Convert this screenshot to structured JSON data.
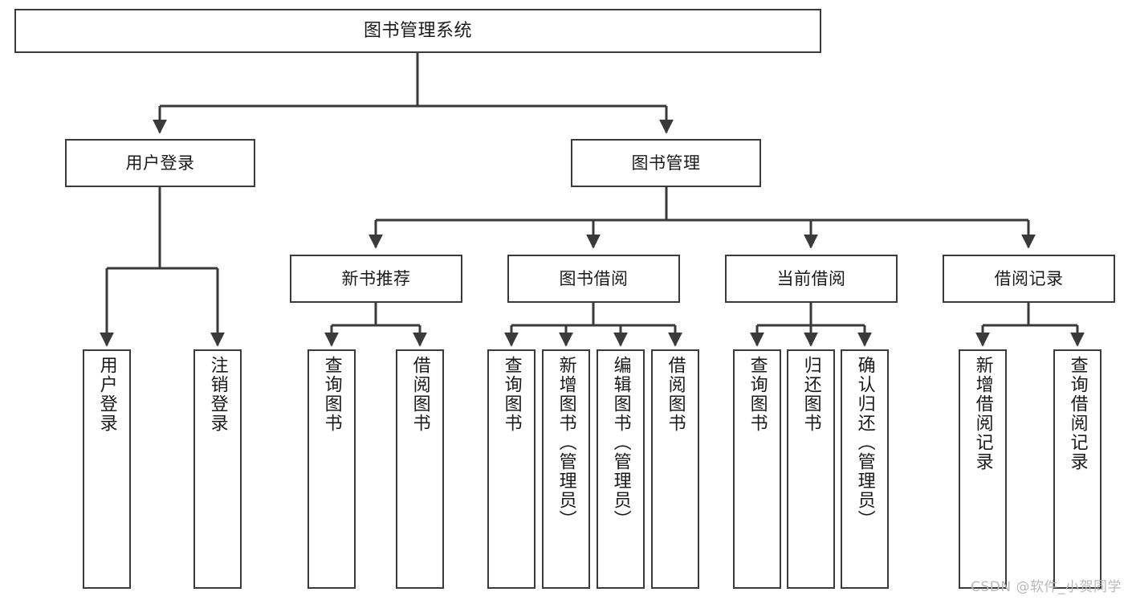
{
  "diagram": {
    "title": "图书管理系统",
    "type": "tree-hierarchy",
    "watermark": "CSDN @软件_小贺同学",
    "accent_color": "#3a3a3a",
    "background_color": "#ffffff",
    "nodes": {
      "root": {
        "label": "图书管理系统",
        "level": 0
      },
      "l1": [
        {
          "label": "用户登录",
          "level": 1
        },
        {
          "label": "图书管理",
          "level": 1
        }
      ],
      "l2": [
        {
          "label": "新书推荐",
          "level": 2
        },
        {
          "label": "图书借阅",
          "level": 2
        },
        {
          "label": "当前借阅",
          "level": 2
        },
        {
          "label": "借阅记录",
          "level": 2
        }
      ],
      "leaves": {
        "user_login": [
          {
            "label": "用户登录"
          },
          {
            "label": "注销登录"
          }
        ],
        "new_book_recommend": [
          {
            "label": "查询图书"
          },
          {
            "label": "借阅图书"
          }
        ],
        "book_borrow": [
          {
            "label": "查询图书"
          },
          {
            "label": "新增图书（管理员）"
          },
          {
            "label": "编辑图书（管理员）"
          },
          {
            "label": "借阅图书"
          }
        ],
        "current_borrow": [
          {
            "label": "查询图书"
          },
          {
            "label": "归还图书"
          },
          {
            "label": "确认归还（管理员）"
          }
        ],
        "borrow_record": [
          {
            "label": "新增借阅记录"
          },
          {
            "label": "查询借阅记录"
          }
        ]
      }
    }
  }
}
